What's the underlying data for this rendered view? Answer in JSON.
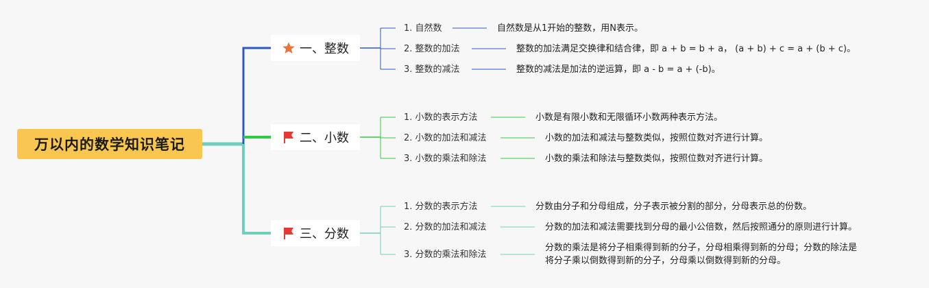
{
  "root": {
    "title": "万以内的数学知识笔记"
  },
  "branches": [
    {
      "label": "一、整数",
      "icon": "star-icon",
      "color": "#2b59c3",
      "leaves": [
        {
          "label": "1. 自然数",
          "desc": "自然数是从1开始的整数，用N表示。"
        },
        {
          "label": "2. 整数的加法",
          "desc": "整数的加法满足交换律和结合律，即 a + b = b + a，  (a + b) + c = a + (b + c)。"
        },
        {
          "label": "3. 整数的减法",
          "desc": "整数的减法是加法的逆运算，即 a - b = a + (-b)。"
        }
      ]
    },
    {
      "label": "二、小数",
      "icon": "flag-icon",
      "color": "#2ecc40",
      "leaves": [
        {
          "label": "1. 小数的表示方法",
          "desc": "小数是有限小数和无限循环小数两种表示方法。"
        },
        {
          "label": "2. 小数的加法和减法",
          "desc": "小数的加法和减法与整数类似，按照位数对齐进行计算。"
        },
        {
          "label": "3. 小数的乘法和除法",
          "desc": "小数的乘法和除法与整数类似，按照位数对齐进行计算。"
        }
      ]
    },
    {
      "label": "三、分数",
      "icon": "flag-icon",
      "color": "#6fcfbd",
      "leaves": [
        {
          "label": "1. 分数的表示方法",
          "desc": "分数由分子和分母组成，分子表示被分割的部分，分母表示总的份数。"
        },
        {
          "label": "2. 分数的加法和减法",
          "desc": "分数的加法和减法需要找到分母的最小公倍数，然后按照通分的原则进行计算。"
        },
        {
          "label": "3. 分数的乘法和除法",
          "desc": "分数的乘法是将分子相乘得到新的分子，分母相乘得到新的分母；分数的除法是\n将分子乘以倒数得到新的分子，分母乘以倒数得到新的分母。"
        }
      ]
    }
  ],
  "colors": {
    "root_fill": "#f9c74f",
    "trunk": "#6fcfbd",
    "star": "#e8743b",
    "flag": "#e53935"
  }
}
